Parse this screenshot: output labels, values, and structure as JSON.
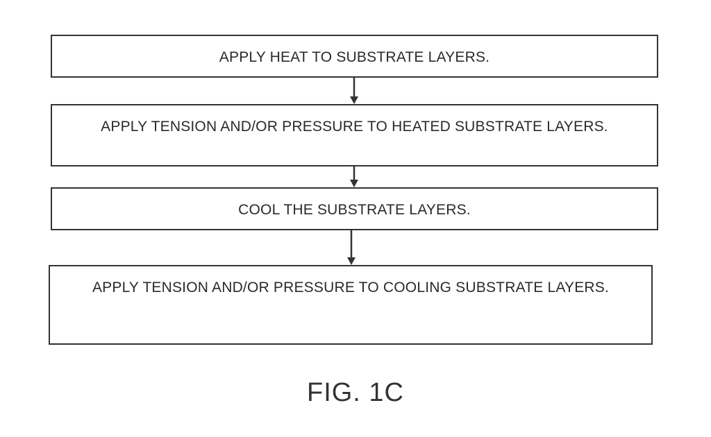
{
  "flowchart": {
    "steps": [
      {
        "label": "APPLY HEAT TO SUBSTRATE LAYERS."
      },
      {
        "label": "APPLY TENSION AND/OR PRESSURE TO HEATED SUBSTRATE LAYERS."
      },
      {
        "label": "COOL THE SUBSTRATE LAYERS."
      },
      {
        "label": "APPLY TENSION AND/OR PRESSURE TO COOLING SUBSTRATE LAYERS."
      }
    ]
  },
  "figure": {
    "label": "FIG. 1C"
  }
}
